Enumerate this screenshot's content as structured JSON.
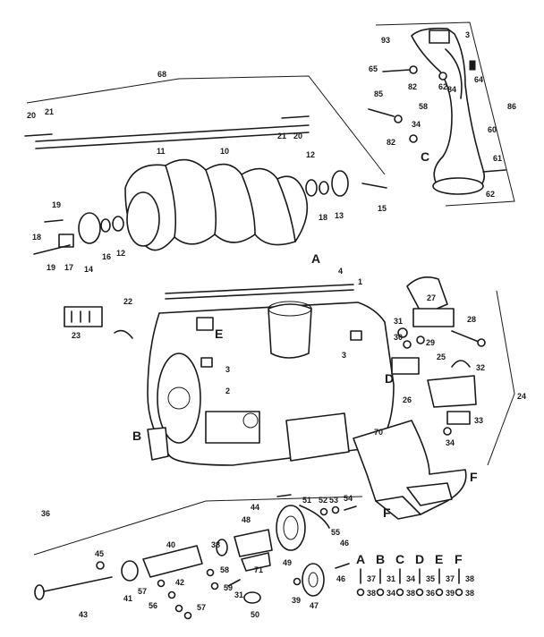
{
  "callouts": [
    {
      "id": "c93",
      "text": "93"
    },
    {
      "id": "c3a",
      "text": "3"
    },
    {
      "id": "c65",
      "text": "65"
    },
    {
      "id": "c82a",
      "text": "82"
    },
    {
      "id": "c62a",
      "text": "62"
    },
    {
      "id": "c64a",
      "text": "64"
    },
    {
      "id": "c84",
      "text": "84"
    },
    {
      "id": "c86",
      "text": "86"
    },
    {
      "id": "c85",
      "text": "85"
    },
    {
      "id": "c58",
      "text": "58"
    },
    {
      "id": "c82b",
      "text": "82"
    },
    {
      "id": "c34",
      "text": "34"
    },
    {
      "id": "c60",
      "text": "60"
    },
    {
      "id": "c61",
      "text": "61"
    },
    {
      "id": "c62b",
      "text": "62"
    },
    {
      "id": "c68",
      "text": "68"
    },
    {
      "id": "c20a",
      "text": "20"
    },
    {
      "id": "c21a",
      "text": "21"
    },
    {
      "id": "c11",
      "text": "11"
    },
    {
      "id": "c21b",
      "text": "21"
    },
    {
      "id": "c20b",
      "text": "20"
    },
    {
      "id": "c10",
      "text": "10"
    },
    {
      "id": "c12a",
      "text": "12"
    },
    {
      "id": "c18a",
      "text": "18"
    },
    {
      "id": "c13",
      "text": "13"
    },
    {
      "id": "c15",
      "text": "15"
    },
    {
      "id": "c19a",
      "text": "19"
    },
    {
      "id": "c18b",
      "text": "18"
    },
    {
      "id": "c19b",
      "text": "19"
    },
    {
      "id": "c17",
      "text": "17"
    },
    {
      "id": "c14",
      "text": "14"
    },
    {
      "id": "c16",
      "text": "16"
    },
    {
      "id": "c12b",
      "text": "12"
    },
    {
      "id": "c4",
      "text": "4"
    },
    {
      "id": "c1",
      "text": "1"
    },
    {
      "id": "c22",
      "text": "22"
    },
    {
      "id": "c23",
      "text": "23"
    },
    {
      "id": "c3b",
      "text": "3"
    },
    {
      "id": "c3c",
      "text": "3"
    },
    {
      "id": "c2",
      "text": "2"
    },
    {
      "id": "c27",
      "text": "27"
    },
    {
      "id": "c31",
      "text": "31"
    },
    {
      "id": "c30",
      "text": "30"
    },
    {
      "id": "c29",
      "text": "29"
    },
    {
      "id": "c28",
      "text": "28"
    },
    {
      "id": "c25",
      "text": "25"
    },
    {
      "id": "c32",
      "text": "32"
    },
    {
      "id": "c26",
      "text": "26"
    },
    {
      "id": "c24",
      "text": "24"
    },
    {
      "id": "c33",
      "text": "33"
    },
    {
      "id": "c34b",
      "text": "34"
    },
    {
      "id": "c70",
      "text": "70"
    },
    {
      "id": "c36",
      "text": "36"
    },
    {
      "id": "c48",
      "text": "48"
    },
    {
      "id": "c44",
      "text": "44"
    },
    {
      "id": "c51",
      "text": "51"
    },
    {
      "id": "c52",
      "text": "52"
    },
    {
      "id": "c53",
      "text": "53"
    },
    {
      "id": "c54",
      "text": "54"
    },
    {
      "id": "c55",
      "text": "55"
    },
    {
      "id": "c49",
      "text": "49"
    },
    {
      "id": "c45",
      "text": "45"
    },
    {
      "id": "c46a",
      "text": "46"
    },
    {
      "id": "c43",
      "text": "43"
    },
    {
      "id": "c41",
      "text": "41"
    },
    {
      "id": "c42",
      "text": "42"
    },
    {
      "id": "c57a",
      "text": "57"
    },
    {
      "id": "c56",
      "text": "56"
    },
    {
      "id": "c58b",
      "text": "58"
    },
    {
      "id": "c59",
      "text": "59"
    },
    {
      "id": "c57b",
      "text": "57"
    },
    {
      "id": "c38",
      "text": "38"
    },
    {
      "id": "c31b",
      "text": "31"
    },
    {
      "id": "c71",
      "text": "71"
    },
    {
      "id": "c50",
      "text": "50"
    },
    {
      "id": "c46b",
      "text": "46"
    },
    {
      "id": "c39",
      "text": "39"
    },
    {
      "id": "c47",
      "text": "47"
    },
    {
      "id": "c40",
      "text": "40"
    }
  ],
  "letters": {
    "A": "A",
    "B": "B",
    "C": "C",
    "D": "D",
    "E": "E",
    "F": "F"
  },
  "hardware_legend": [
    {
      "letter": "A",
      "a": "37",
      "b": "38"
    },
    {
      "letter": "B",
      "a": "31",
      "b": "34"
    },
    {
      "letter": "C",
      "a": "34",
      "b": "38"
    },
    {
      "letter": "D",
      "a": "35",
      "b": "36"
    },
    {
      "letter": "E",
      "a": "37",
      "b": "39"
    },
    {
      "letter": "F",
      "a": "38",
      "b": "38"
    }
  ]
}
